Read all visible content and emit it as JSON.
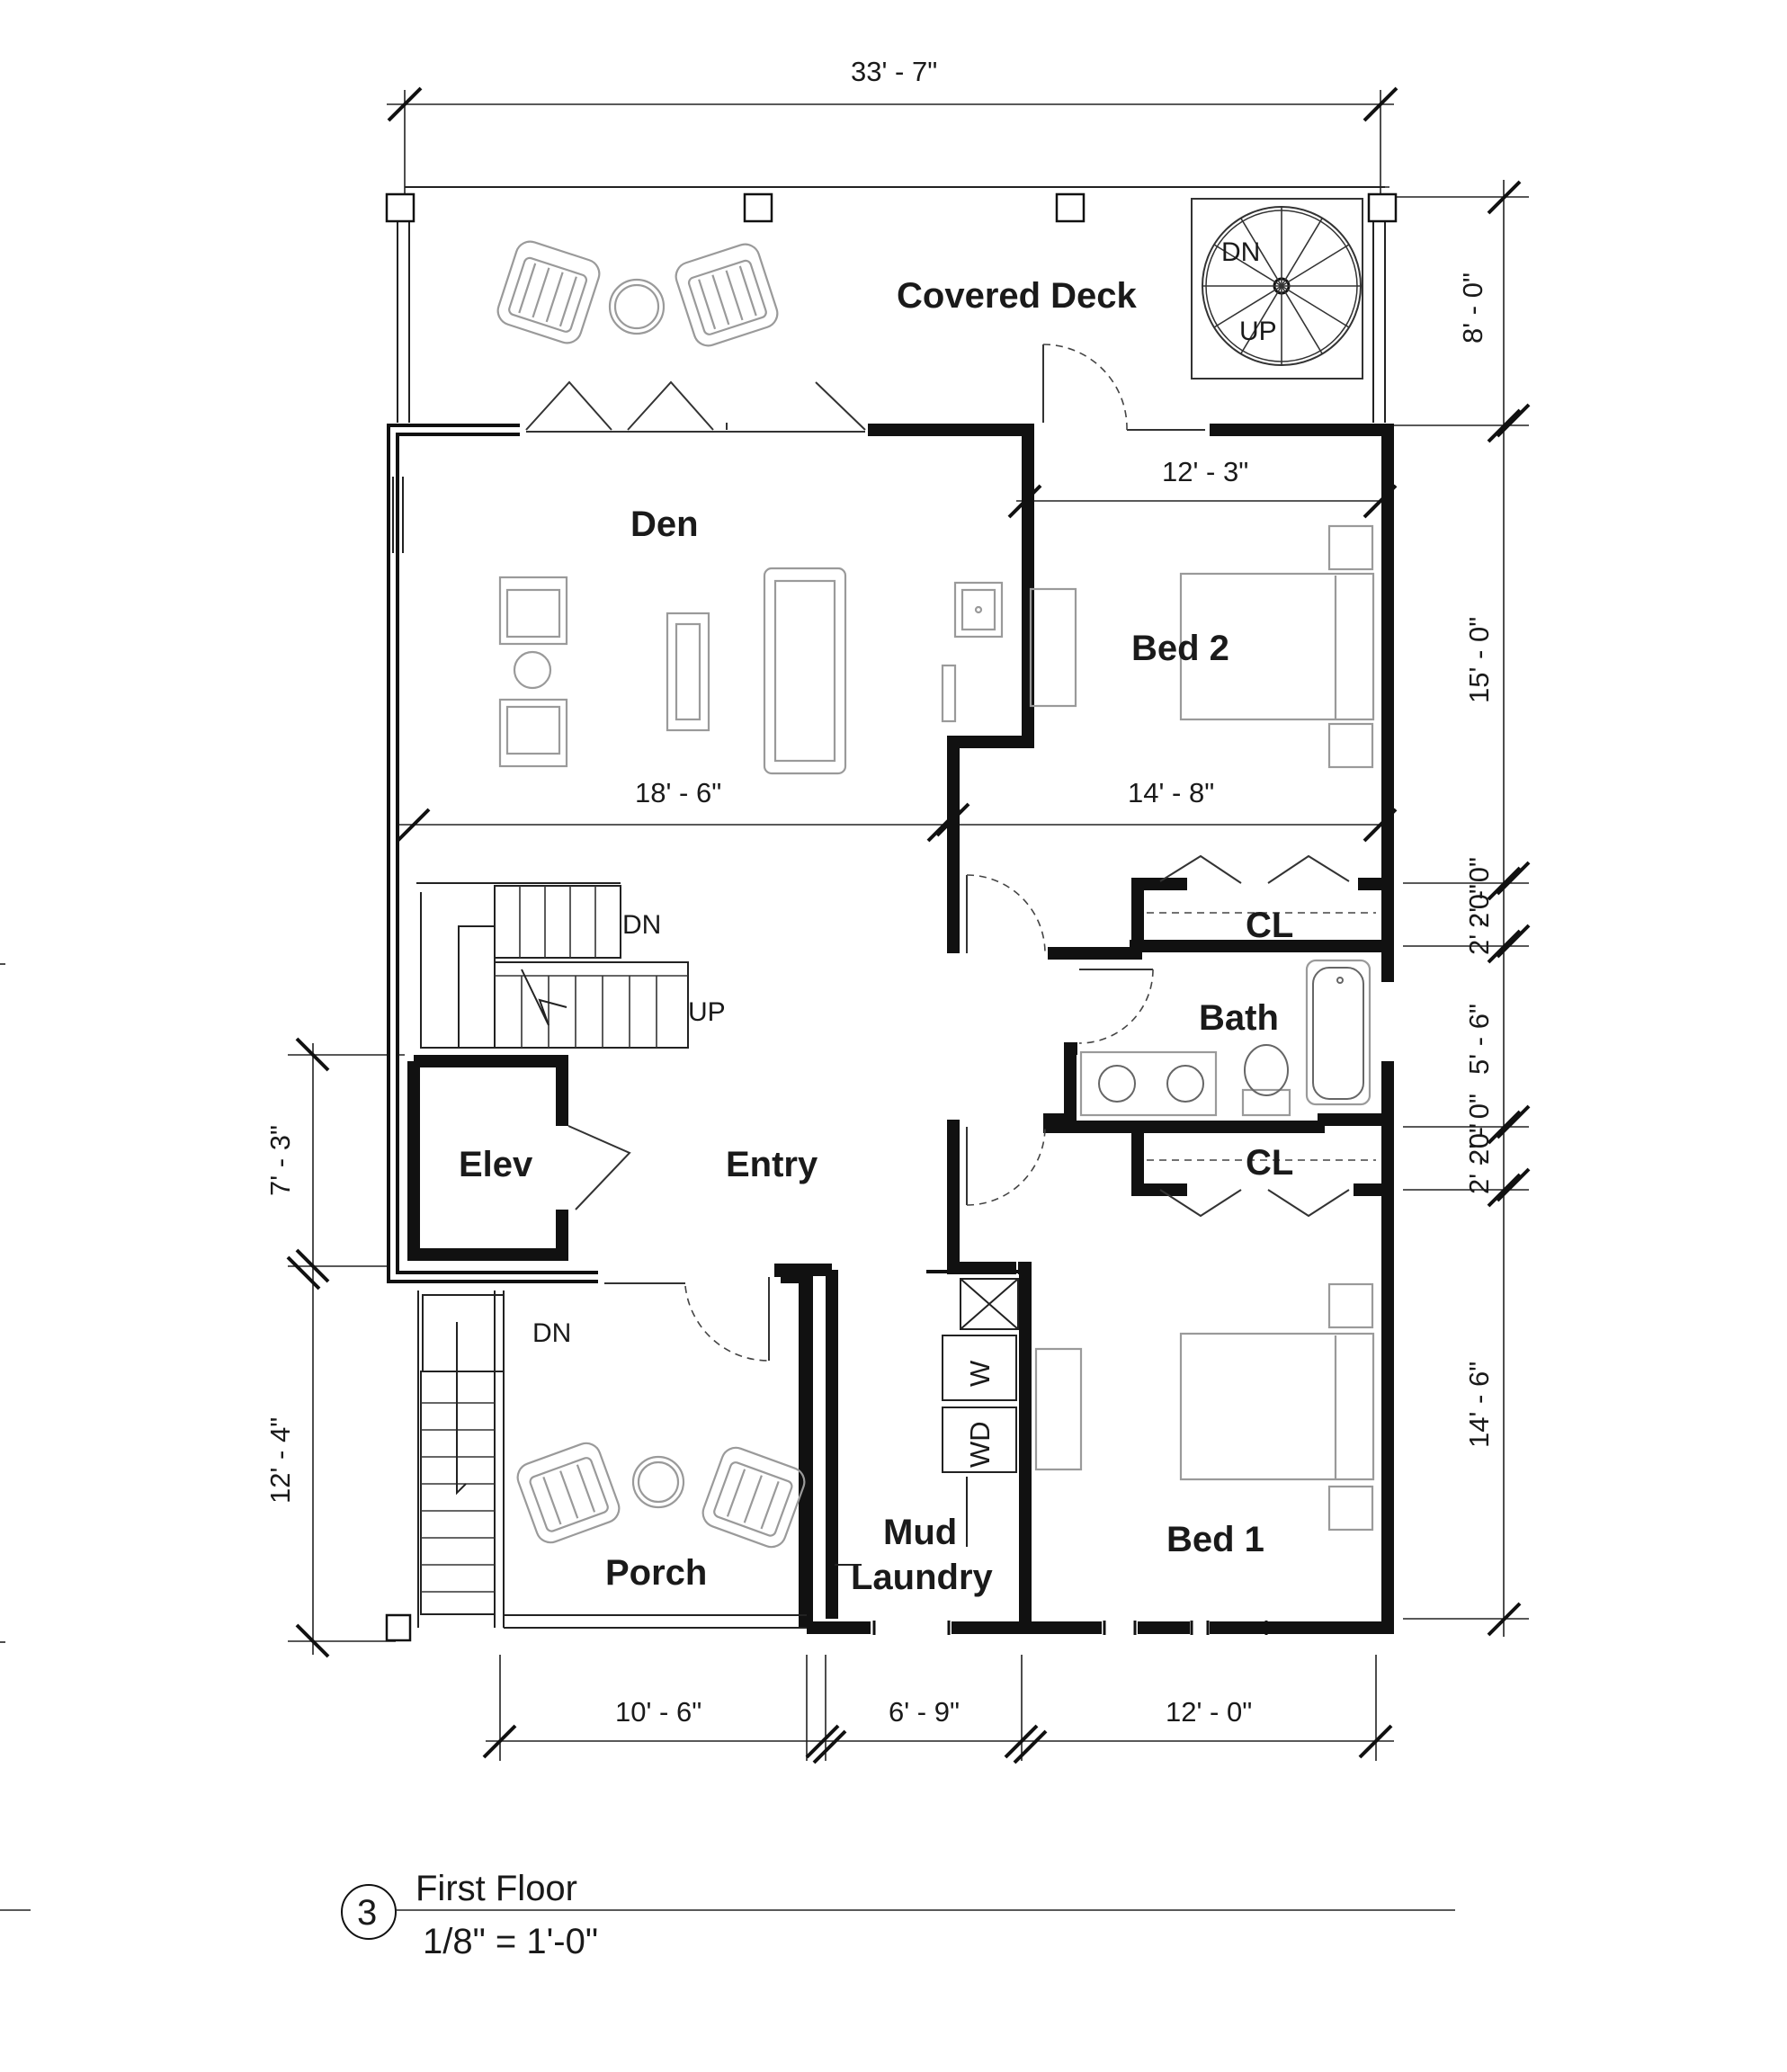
{
  "plan": {
    "title": "First Floor",
    "scale": "1/8\" = 1'-0\"",
    "view_number": "3"
  },
  "rooms": {
    "covered_deck": "Covered Deck",
    "den": "Den",
    "bed2": "Bed 2",
    "bath": "Bath",
    "cl_upper": "CL",
    "cl_lower": "CL",
    "elev": "Elev",
    "entry": "Entry",
    "bed1": "Bed 1",
    "mud": "Mud",
    "laundry": "Laundry",
    "porch": "Porch"
  },
  "stairs": {
    "spiral_dn": "DN",
    "spiral_up": "UP",
    "main_dn": "DN",
    "main_up": "UP",
    "porch_dn": "DN"
  },
  "appliances": {
    "washer": "W",
    "dryer": "WD"
  },
  "dimensions": {
    "overall_width": "33' - 7\"",
    "deck_depth": "8' - 0\"",
    "bed2_width_top": "12' - 3\"",
    "right_bed2": "15' - 0\"",
    "den_width": "18' - 6\"",
    "bed2_width": "14' - 8\"",
    "right_cl_upper": "2' - 0\"",
    "right_cl_upper_b": "2' - 0\"",
    "right_bath": "5' - 6\"",
    "right_cl_lower": "2' - 0\"",
    "right_cl_lower_b": "2' - 0\"",
    "right_bed1": "14' - 6\"",
    "left_elev": "7' - 3\"",
    "left_porch": "12' - 4\"",
    "bottom_porch": "10' - 6\"",
    "bottom_mud": "6' - 9\"",
    "bottom_bed1": "12' - 0\""
  }
}
